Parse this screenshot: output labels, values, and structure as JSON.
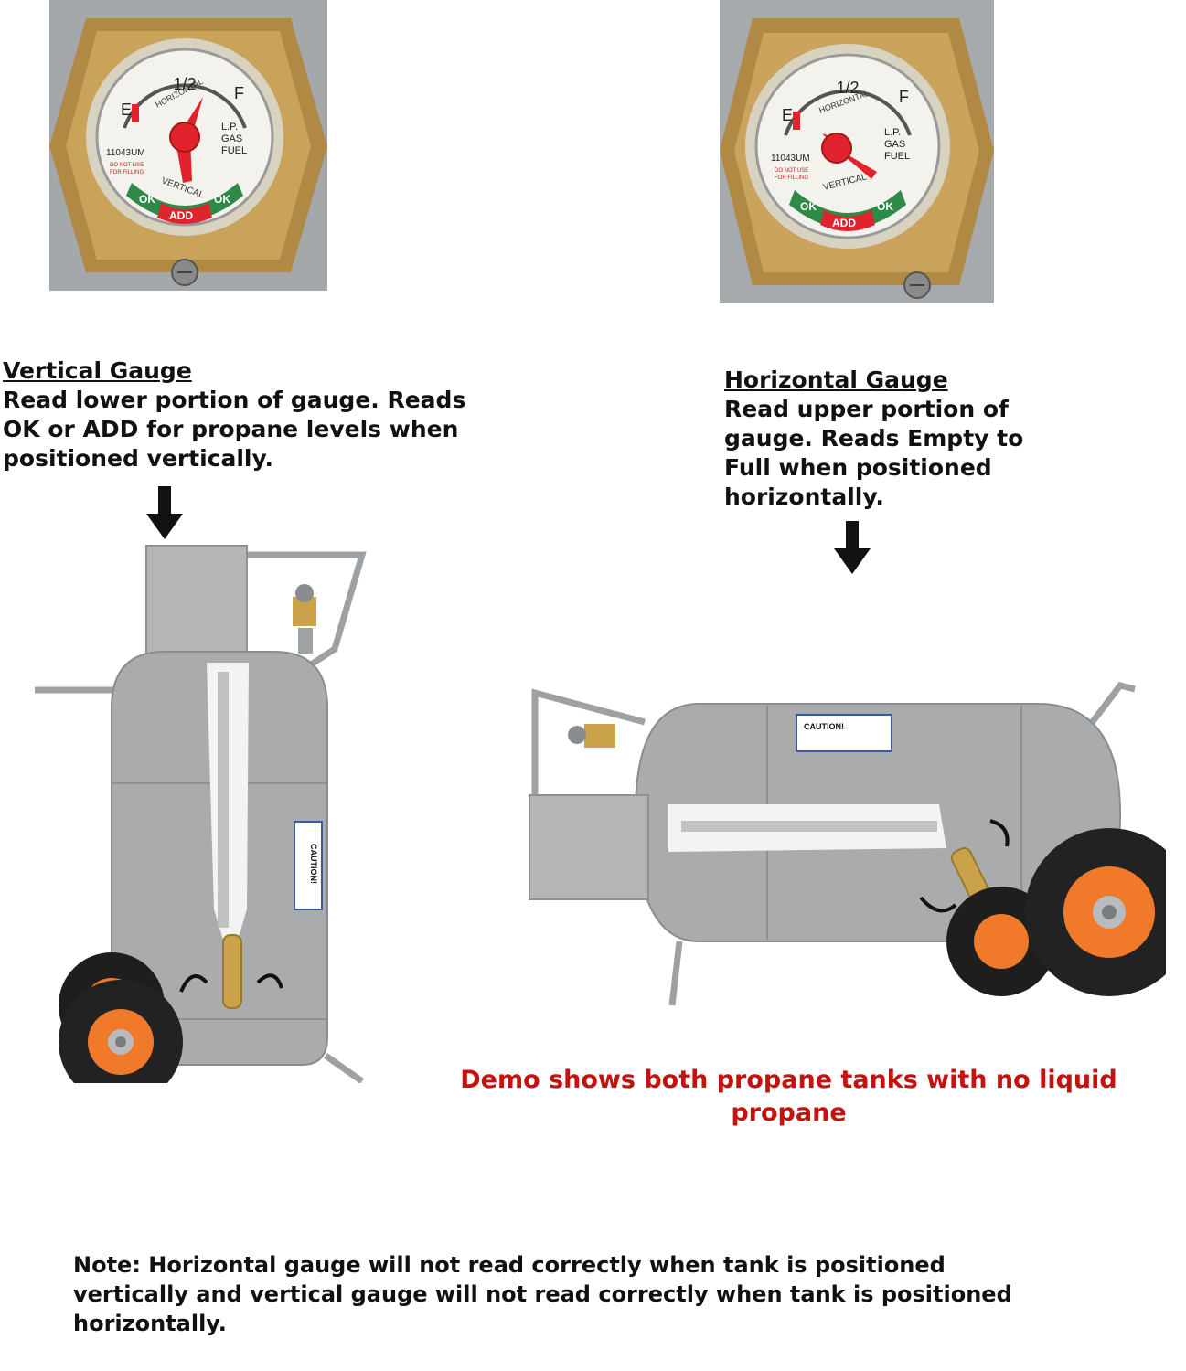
{
  "gauge_face": {
    "half_label": "1/2",
    "empty_label": "E",
    "full_label": "F",
    "horizontal_label": "HORIZONTAL",
    "vertical_label": "VERTICAL",
    "ok_label": "OK",
    "add_label": "ADD",
    "model": "11043UM",
    "fuel_label_1": "L.P.",
    "fuel_label_2": "GAS",
    "fuel_label_3": "FUEL",
    "do_not_use": "DO NOT USE",
    "for_filling": "FOR FILLING"
  },
  "vertical_gauge": {
    "heading": "Vertical Gauge",
    "lines": [
      "Read lower portion of gauge. Reads",
      "OK or ADD for propane levels when",
      "positioned vertically."
    ]
  },
  "horizontal_gauge": {
    "heading": "Horizontal Gauge",
    "lines": [
      "Read upper portion of",
      "gauge. Reads Empty to",
      "Full when positioned",
      "horizontally."
    ]
  },
  "tank_label": "CAUTION!",
  "demo_lines": [
    "Demo shows both propane tanks with no liquid",
    "propane"
  ],
  "note_lines": [
    "Note: Horizontal gauge will not read correctly when tank is positioned",
    "vertically and vertical gauge will not read correctly when tank is positioned",
    "horizontally."
  ],
  "colors": {
    "demo_text": "#c4120e",
    "tank_gray": "#a9abad",
    "wheel_orange": "#f07a2a",
    "brass": "#b8903c",
    "gauge_red": "#e0232c",
    "gauge_green": "#2f8a4a"
  }
}
